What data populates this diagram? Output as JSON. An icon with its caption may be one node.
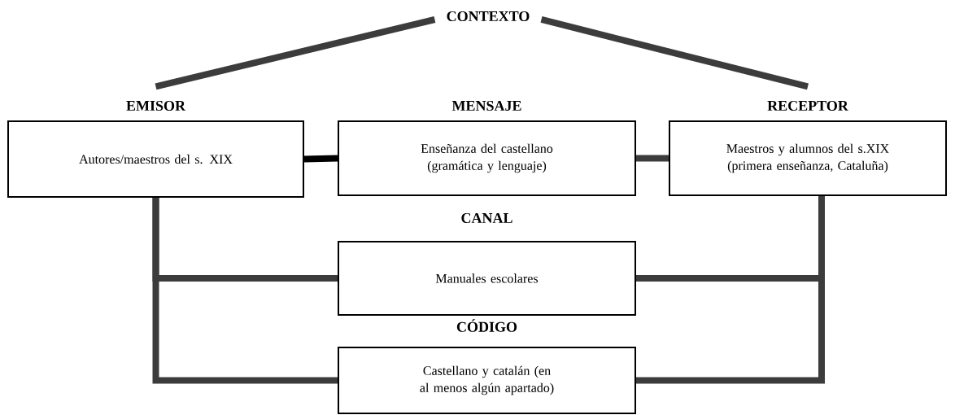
{
  "diagram": {
    "nodes": [
      {
        "text": [
          "CONTEXTO"
        ]
      },
      {
        "text": [
          "EMISOR",
          "Autores/maestros del s. XIX"
        ]
      },
      {
        "text": [
          "MENSAJE",
          "Enseñanza del castellano (gramática y lenguaje)"
        ]
      },
      {
        "text": [
          "RECEPTOR",
          "Maestros y alumnos del s.XIX (primera enseñanza, Cataluña)"
        ]
      },
      {
        "text": [
          "CANAL",
          "Manuales escolares"
        ]
      },
      {
        "text": [
          "CÓDIGO",
          "Castellano y catalán (en al menos algún apartado)"
        ]
      }
    ],
    "edges": [
      {
        "from": 0,
        "to": 1,
        "arrow": "none"
      },
      {
        "from": 0,
        "to": 3,
        "arrow": "none"
      },
      {
        "from": 1,
        "to": 2,
        "arrow": "none",
        "color": "#000000"
      },
      {
        "from": 2,
        "to": 3,
        "arrow": "none"
      },
      {
        "from": 1,
        "to": 4,
        "arrow": "none"
      },
      {
        "from": 1,
        "to": 5,
        "arrow": "none"
      },
      {
        "from": 3,
        "to": 4,
        "arrow": "none"
      },
      {
        "from": 3,
        "to": 5,
        "arrow": "none"
      }
    ]
  }
}
